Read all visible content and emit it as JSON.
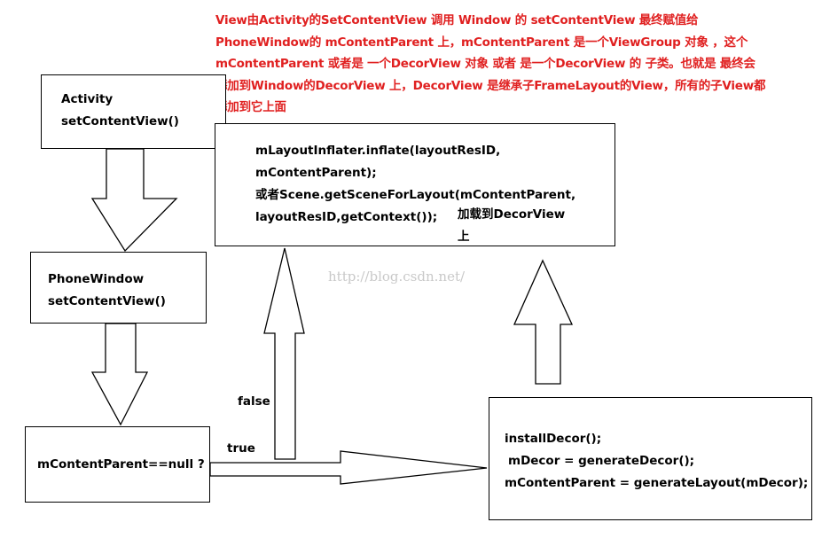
{
  "annotation": {
    "lines": [
      "View由Activity的SetContentView 调用 Window 的 setContentView  最终赋值给",
      "PhoneWindow的 mContentParent 上，mContentParent 是一个ViewGroup 对象 ，这个",
      "mContentParent  或者是 一个DecorView 对象 或者 是一个DecorView 的 子类。也就是 最终会",
      "添加到Window的DecorView 上，DecorView 是继承子FrameLayout的View，所有的子View都",
      "添加到它上面"
    ],
    "color": "#e02020"
  },
  "nodes": {
    "activity": {
      "lines": [
        "Activity",
        "setContentView()"
      ]
    },
    "phone_window": {
      "lines": [
        "PhoneWindow",
        "setContentView()"
      ]
    },
    "condition": {
      "text": "mContentParent==null ?"
    },
    "inflate": {
      "lines": [
        "mLayoutInflater.inflate(layoutResID,",
        "mContentParent);",
        "或者Scene.getSceneForLayout(mContentParent,",
        "layoutResID,getContext());"
      ],
      "sub_label": [
        "加载到DecorView",
        "上"
      ]
    },
    "decor": {
      "lines": [
        "installDecor();",
        "mDecor = generateDecor();",
        "mContentParent = generateLayout(mDecor);"
      ]
    }
  },
  "edges": {
    "false_label": "false",
    "true_label": "true"
  },
  "watermark": "http://blog.csdn.net/"
}
